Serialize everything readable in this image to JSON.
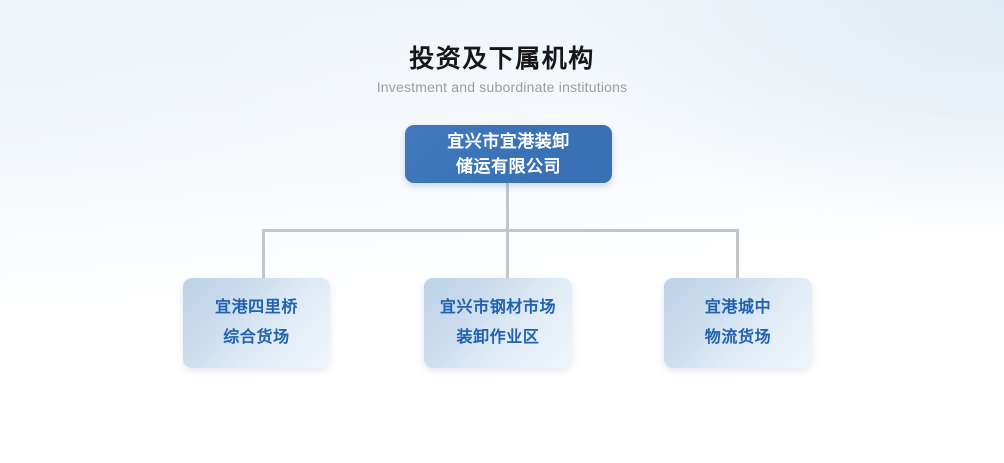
{
  "header": {
    "title": "投资及下属机构",
    "subtitle": "Investment and subordinate institutions",
    "title_color": "#171717",
    "subtitle_color": "#9d9d9d"
  },
  "org_chart": {
    "root": {
      "label": "宜兴市宜港装卸\n储运有限公司",
      "background_color": "#3a72b7",
      "text_color": "#ffffff"
    },
    "children": [
      {
        "label": "宜港四里桥\n综合货场",
        "background_color": "#cbdcee",
        "text_color": "#2062ad"
      },
      {
        "label": "宜兴市钢材市场\n装卸作业区",
        "background_color": "#cbdcee",
        "text_color": "#2062ad"
      },
      {
        "label": "宜港城中\n物流货场",
        "background_color": "#cbdcee",
        "text_color": "#2062ad"
      }
    ],
    "connector_color": "#c3c5c9"
  }
}
